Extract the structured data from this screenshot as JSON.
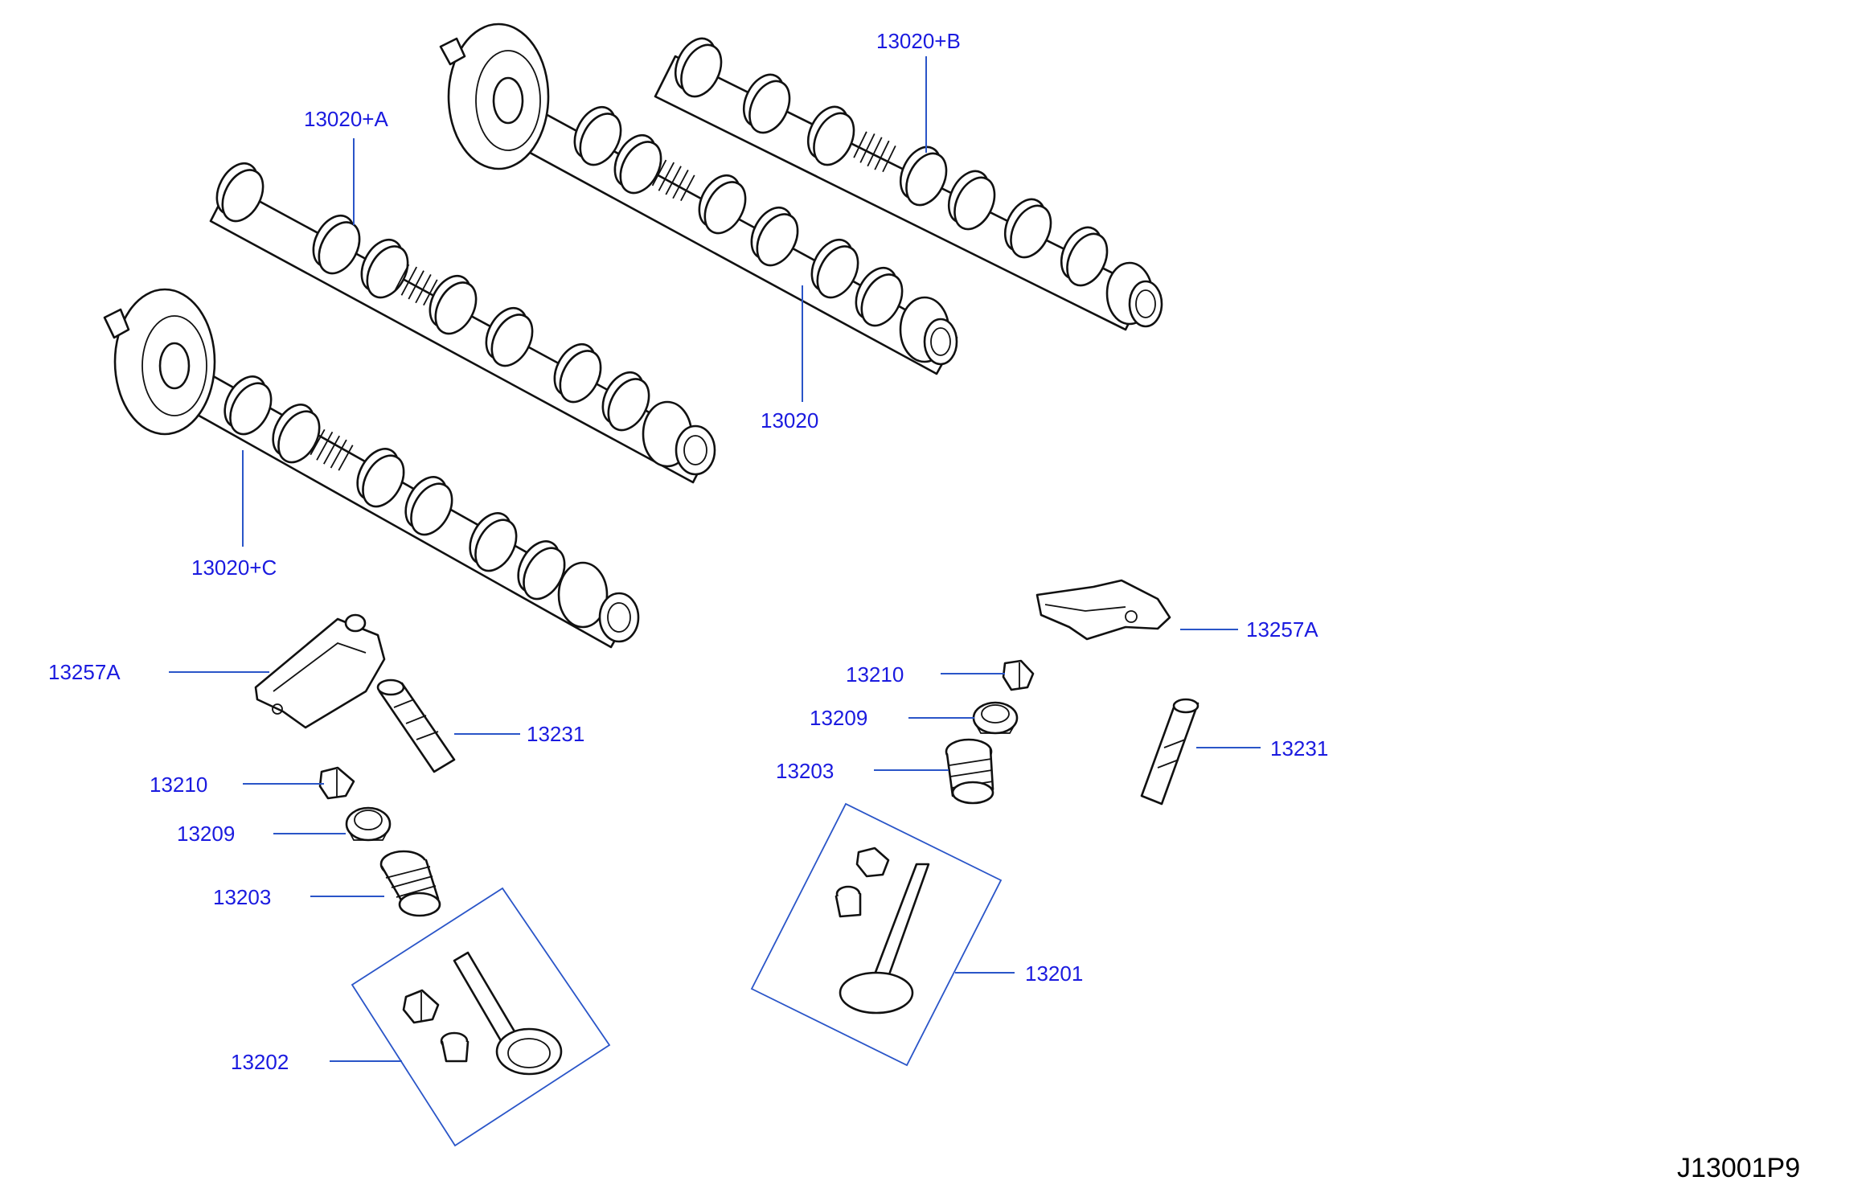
{
  "diagram_code": "J13001P9",
  "colors": {
    "label": "#1a1adf",
    "leader": "#2a55c8",
    "line": "#111111"
  },
  "callouts": {
    "cam_b": "13020+B",
    "cam_a": "13020+A",
    "cam_main": "13020",
    "cam_c": "13020+C",
    "rocker_left": "13257A",
    "rocker_right": "13257A",
    "lash_left": "13231",
    "lash_right": "13231",
    "collet_left": "13210",
    "collet_right": "13210",
    "retainer_left": "13209",
    "retainer_right": "13209",
    "spring_left": "13203",
    "spring_right": "13203",
    "valve_exhaust": "13202",
    "valve_intake": "13201"
  }
}
